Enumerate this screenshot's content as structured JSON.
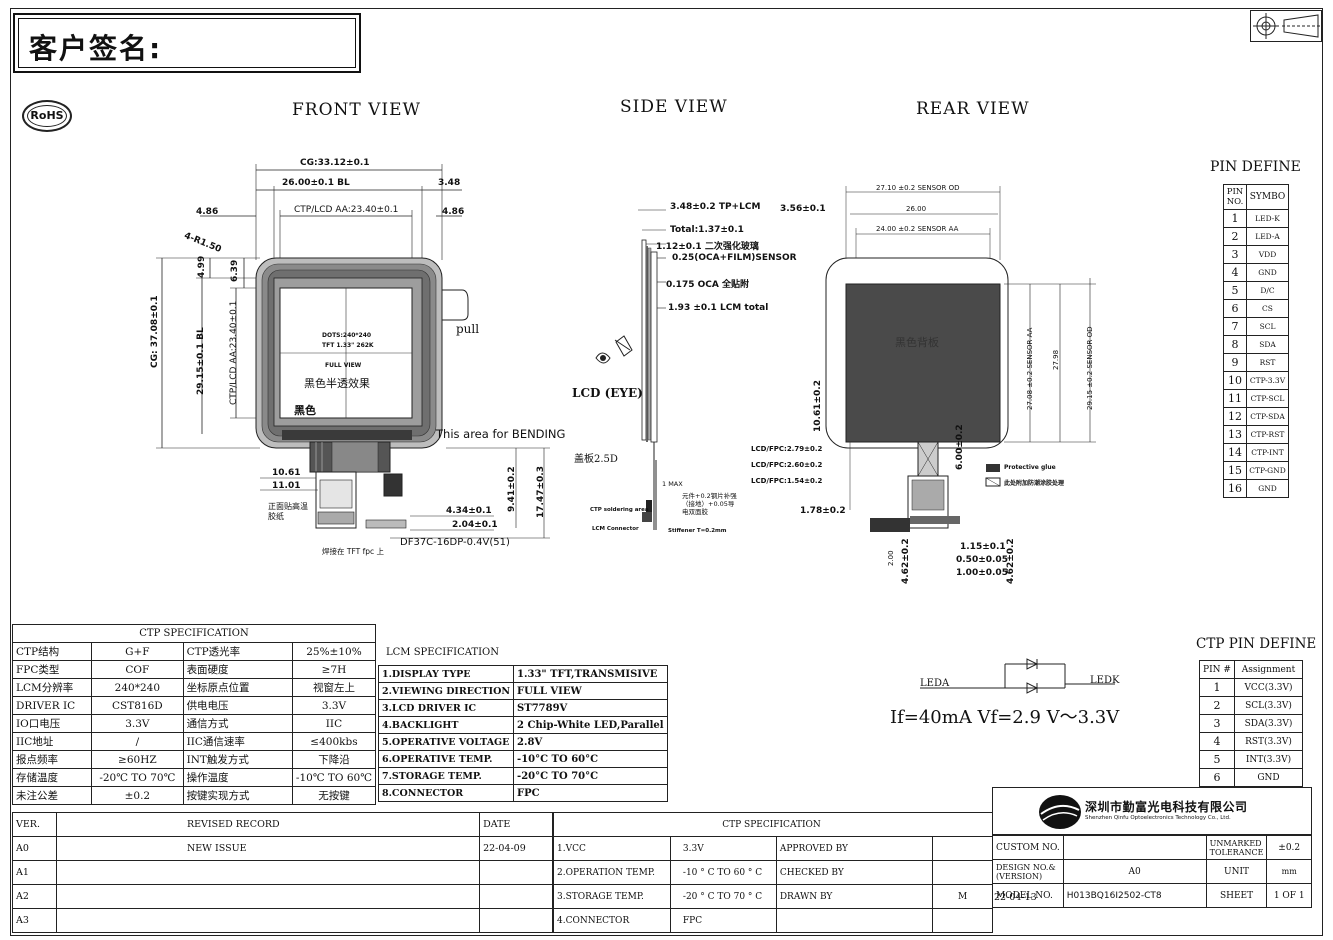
{
  "signature": {
    "label": "客户签名:"
  },
  "rohs": "RoHS",
  "views": {
    "front": "FRONT VIEW",
    "side": "SIDE VIEW",
    "rear": "REAR VIEW"
  },
  "front": {
    "cg_w": "CG:33.12±0.1",
    "bl_w": "26.00±0.1  BL",
    "dim_348": "3.48",
    "dim_486_l": "4.86",
    "aa_w": "CTP/LCD  AA:23.40±0.1",
    "dim_486_r": "4.86",
    "radius": "4-R1.50",
    "dim_499": "4.99",
    "dim_639": "6.39",
    "cg_h": "CG: 37.08±0.1",
    "bl_h": "29.15±0.1  BL",
    "aa_h": "CTP/LCD  AA:23.40±0.1",
    "dots": "DOTS:240*240",
    "tft": "TFT 1.33\" 262K",
    "full_view": "FULL VIEW",
    "black_semi": "黑色半透效果",
    "black": "黑色",
    "pull": "pull",
    "bending": "This  area  for  BENDING",
    "dim_1061": "10.61",
    "dim_1101": "11.01",
    "tape": "正面贴高温胶纸",
    "dim_434": "4.34±0.1",
    "dim_204": "2.04±0.1",
    "connector": "DF37C-16DP-0.4V(51)",
    "weld": "焊接在 TFT fpc 上",
    "dim_941": "9.41±0.2",
    "dim_1747": "17.47±0.3"
  },
  "side": {
    "tp_lcm": "3.48±0.2  TP+LCM",
    "total": "Total:1.37±0.1",
    "glass": "1.12±0.1  二次强化玻璃",
    "sensor": "0.25(OCA+FILM)SENSOR",
    "oca": "0.175  OCA  全贴附",
    "lcm_total": "1.93  ±0.1  LCM total",
    "lcd_eye": "LCD (EYE)",
    "cover": "盖板2.5D",
    "max": "1 MAX",
    "parts": "元件+0.2钢片补强（接地）+0.05导电双面胶",
    "ctp_solder": "CTP soldering area",
    "lcm_conn": "LCM Connector",
    "stiffener": "Stiffener T=0.2mm"
  },
  "rear": {
    "dim_356": "3.56±0.1",
    "od_w": "27.10  ±0.2  SENSOR OD",
    "w26": "26.00",
    "aa_w": "24.00  ±0.2  SENSOR AA",
    "aa_h": "27.08  ±0.2  SENSOR AA",
    "h2798": "27.98",
    "od_h": "29.15  ±0.2  SENSOR OD",
    "dim_1061": "10.61±0.2",
    "fpc_279": "LCD/FPC:2.79±0.2",
    "fpc_260": "LCD/FPC:2.60±0.2",
    "fpc_154": "LCD/FPC:1.54±0.2",
    "dim_178": "1.78±0.2",
    "dim_600": "6.00±0.2",
    "legend1": "Protective glue",
    "legend2": "此处附加防潮涂胶处理",
    "dim_115": "1.15±0.1",
    "dim_050": "0.50±0.05",
    "dim_100": "1.00±0.05",
    "dim_200": "2.00",
    "dim_462a": "4.62±0.2",
    "dim_462b": "4.62±0.2",
    "black_label": "黑色背板"
  },
  "pin_define": {
    "title": "PIN DEFINE",
    "head_no": "PIN NO.",
    "head_sym": "SYMBO",
    "rows": [
      [
        "1",
        "LED-K"
      ],
      [
        "2",
        "LED-A"
      ],
      [
        "3",
        "VDD"
      ],
      [
        "4",
        "GND"
      ],
      [
        "5",
        "D/C"
      ],
      [
        "6",
        "CS"
      ],
      [
        "7",
        "SCL"
      ],
      [
        "8",
        "SDA"
      ],
      [
        "9",
        "RST"
      ],
      [
        "10",
        "CTP-3.3V"
      ],
      [
        "11",
        "CTP-SCL"
      ],
      [
        "12",
        "CTP-SDA"
      ],
      [
        "13",
        "CTP-RST"
      ],
      [
        "14",
        "CTP-INT"
      ],
      [
        "15",
        "CTP-GND"
      ],
      [
        "16",
        "GND"
      ]
    ]
  },
  "ctp_pin": {
    "title": "CTP PIN DEFINE",
    "head_pin": "PIN #",
    "head_assign": "Assignment",
    "rows": [
      [
        "1",
        "VCC(3.3V)"
      ],
      [
        "2",
        "SCL(3.3V)"
      ],
      [
        "3",
        "SDA(3.3V)"
      ],
      [
        "4",
        "RST(3.3V)"
      ],
      [
        "5",
        "INT(3.3V)"
      ],
      [
        "6",
        "GND"
      ]
    ]
  },
  "led": {
    "leda": "LEDA",
    "ledk": "LEDK",
    "spec": "If=40mA   Vf=2.9 V～3.3V"
  },
  "ctp_spec": {
    "title": "CTP SPECIFICATION",
    "rows": [
      [
        "CTP结构",
        "G+F",
        "CTP透光率",
        "25%±10%"
      ],
      [
        "FPC类型",
        "COF",
        "表面硬度",
        "≥7H"
      ],
      [
        "LCM分辨率",
        "240*240",
        "坐标原点位置",
        "视窗左上"
      ],
      [
        "DRIVER IC",
        "CST816D",
        "供电电压",
        "3.3V"
      ],
      [
        "IO口电压",
        "3.3V",
        "通信方式",
        "IIC"
      ],
      [
        "IIC地址",
        "/",
        "IIC通信速率",
        "≤400kbs"
      ],
      [
        "报点频率",
        "≥60HZ",
        "INT触发方式",
        "下降沿"
      ],
      [
        "存储温度",
        "-20℃ TO 70℃",
        "操作温度",
        "-10℃ TO 60℃"
      ],
      [
        "未注公差",
        "±0.2",
        "按键实现方式",
        "无按键"
      ]
    ]
  },
  "lcm_spec": {
    "title": "LCM SPECIFICATION",
    "rows": [
      [
        "1.DISPLAY TYPE",
        "1.33\" TFT,TRANSMISIVE"
      ],
      [
        "2.VIEWING DIRECTION",
        "FULL VIEW"
      ],
      [
        "3.LCD DRIVER IC",
        "ST7789V"
      ],
      [
        "4.BACKLIGHT",
        "2 Chip-White LED,Parallel"
      ],
      [
        "5.OPERATIVE VOLTAGE",
        "2.8V"
      ],
      [
        "6.OPERATIVE TEMP.",
        "-10°C TO 60°C"
      ],
      [
        "7.STORAGE TEMP.",
        "-20°C TO 70°C"
      ],
      [
        "8.CONNECTOR",
        "FPC"
      ]
    ]
  },
  "revision": {
    "head_ver": "VER.",
    "head_rec": "REVISED RECORD",
    "head_date": "DATE",
    "rows": [
      [
        "A0",
        "NEW ISSUE",
        "22-04-09"
      ],
      [
        "A1",
        "",
        ""
      ],
      [
        "A2",
        "",
        ""
      ],
      [
        "A3",
        "",
        ""
      ]
    ]
  },
  "ctp_spec2": {
    "title": "CTP SPECIFICATION",
    "rows": [
      [
        "1.VCC",
        "3.3V"
      ],
      [
        "2.OPERATION TEMP.",
        "-10 ° C TO 60 ° C"
      ],
      [
        "3.STORAGE TEMP.",
        "-20 ° C TO 70 ° C"
      ],
      [
        "4.CONNECTOR",
        "FPC"
      ]
    ]
  },
  "approval": {
    "approved": "APPROVED BY",
    "checked": "CHECKED BY",
    "drawn": "DRAWN BY",
    "drawn_by": "M",
    "date": "22-04-13"
  },
  "company": {
    "name": "深圳市勤富光电科技有限公司",
    "name_en": "Shenzhen Qinfu Optoelectronics Technology Co., Ltd."
  },
  "title_block": {
    "custom_no": "CUSTOM NO.",
    "design_no": "DESIGN NO.& (VERSION)",
    "design_val": "A0",
    "model_no": "MODEL NO.",
    "model_val": "H013BQ16I2502-CT8",
    "tol_label": "UNMARKED TOLERANCE",
    "tol_val": "±0.2",
    "unit_label": "UNIT",
    "unit_val": "mm",
    "sheet_label": "SHEET",
    "sheet_val": "1 OF 1"
  }
}
